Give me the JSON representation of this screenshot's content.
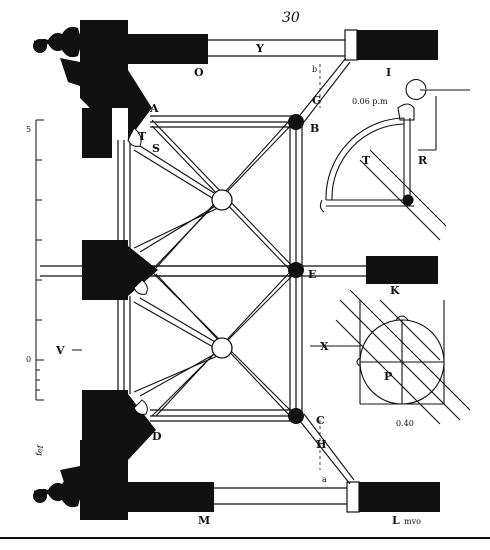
{
  "figure": {
    "number": "30",
    "labels": {
      "A": "A",
      "B": "B",
      "C": "C",
      "D": "D",
      "E": "E",
      "G": "G",
      "H": "H",
      "I": "I",
      "K": "K",
      "L": "L",
      "M": "M",
      "O": "O",
      "P": "P",
      "R": "R",
      "S": "S",
      "T": "T",
      "T2": "T",
      "V": "V",
      "X": "X",
      "Y": "Y"
    },
    "annotations": {
      "dim_top": "0.06 p.m",
      "dim_bottom": "0.40",
      "scale_mark": "5",
      "scale_zero": "0",
      "lower_right_word": "mvo",
      "small_b": "b",
      "small_a": "a",
      "signature": "fef"
    }
  },
  "colors": {
    "ink": "#111111",
    "paper": "#ffffff"
  }
}
